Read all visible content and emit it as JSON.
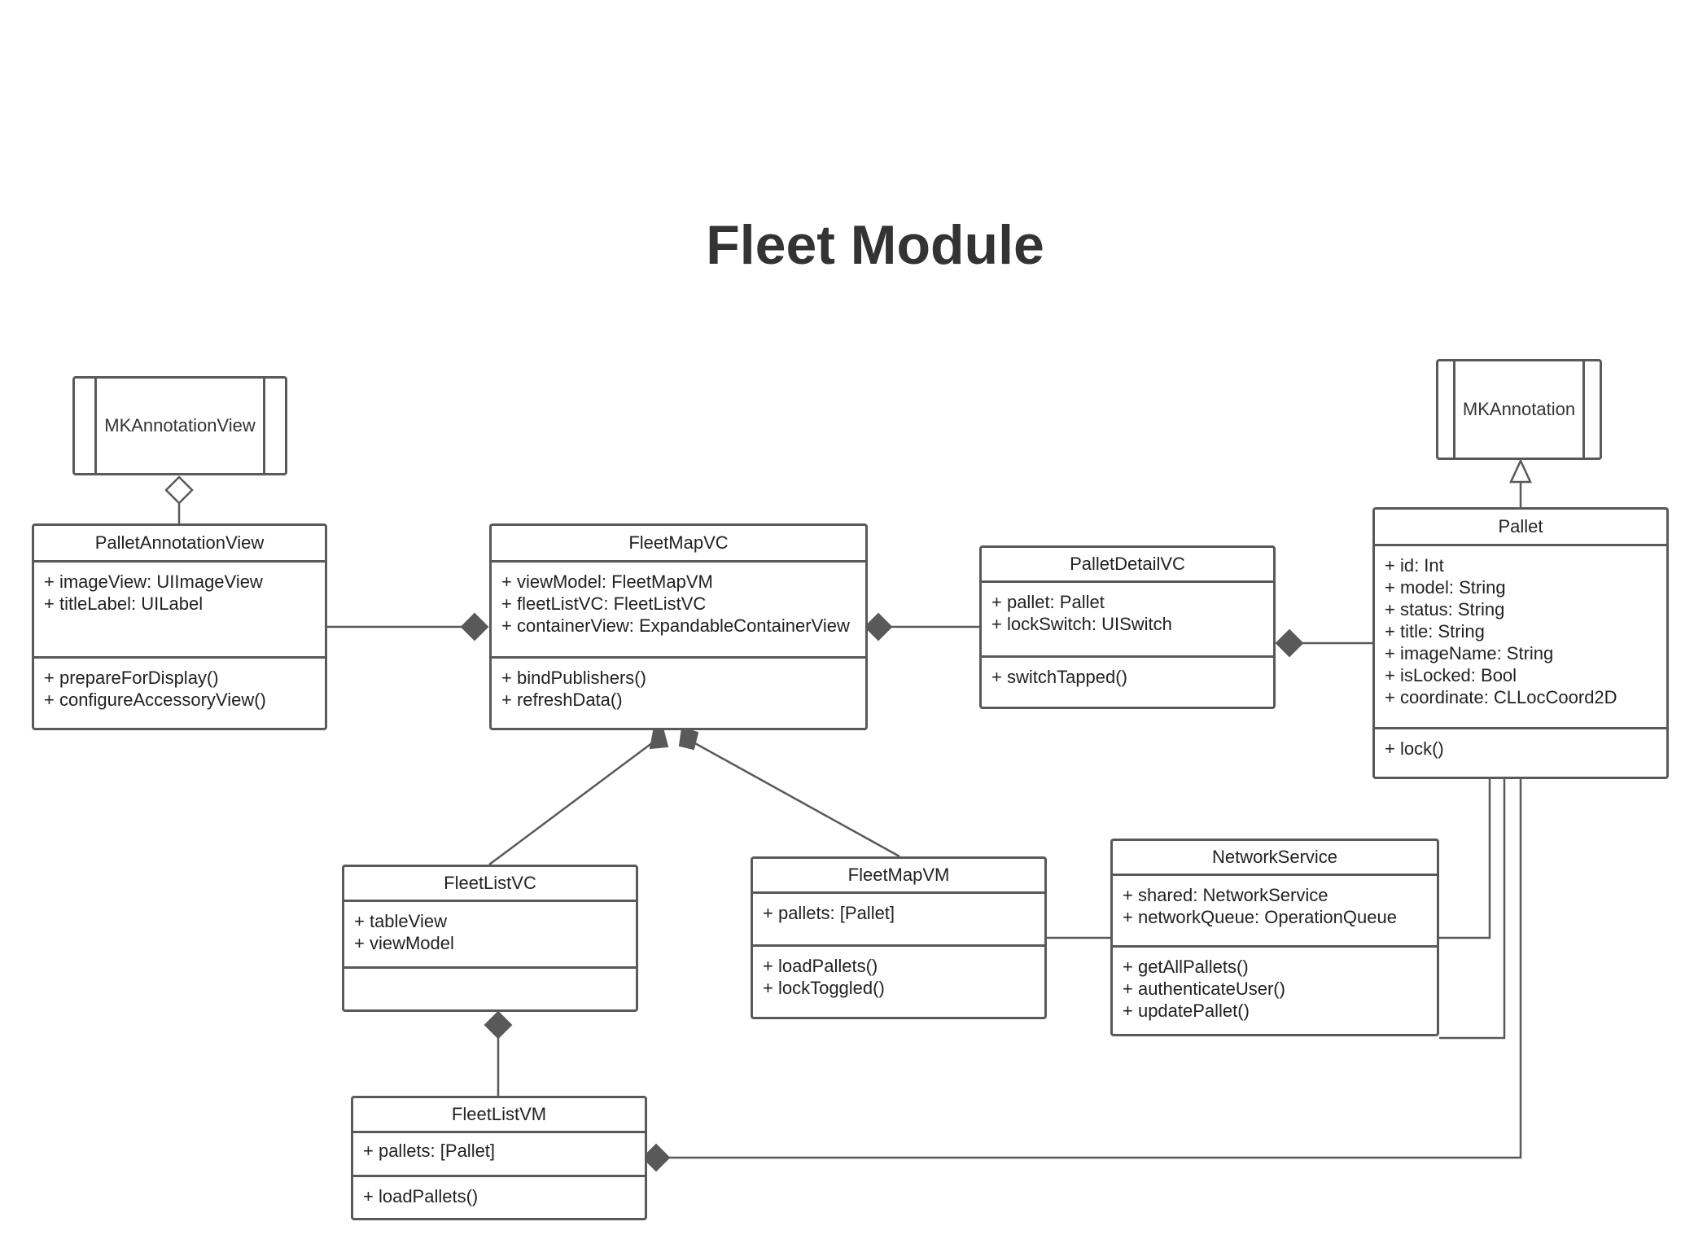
{
  "title": "Fleet Module",
  "colors": {
    "line": "#595959",
    "text": "#333333",
    "background": "#ffffff"
  },
  "externals": {
    "mkannotationview": "MKAnnotationView",
    "mkannotation": "MKAnnotation"
  },
  "classes": {
    "palletannotationview": {
      "name": "PalletAnnotationView",
      "attributes": [
        "+ imageView: UIImageView",
        "+ titleLabel: UILabel"
      ],
      "methods": [
        "+ prepareForDisplay()",
        "+ configureAccessoryView()"
      ]
    },
    "fleetmapvc": {
      "name": "FleetMapVC",
      "attributes": [
        "+ viewModel: FleetMapVM",
        "+ fleetListVC: FleetListVC",
        "+ containerView: ExpandableContainerView"
      ],
      "methods": [
        "+ bindPublishers()",
        "+ refreshData()"
      ]
    },
    "palletdetailvc": {
      "name": "PalletDetailVC",
      "attributes": [
        "+ pallet: Pallet",
        "+ lockSwitch: UISwitch"
      ],
      "methods": [
        "+ switchTapped()"
      ]
    },
    "pallet": {
      "name": "Pallet",
      "attributes": [
        "+ id: Int",
        "+ model: String",
        "+ status: String",
        "+ title: String",
        "+ imageName: String",
        "+ isLocked: Bool",
        "+ coordinate: CLLocCoord2D"
      ],
      "methods": [
        "+ lock()"
      ]
    },
    "fleetlistvc": {
      "name": "FleetListVC",
      "attributes": [
        "+ tableView",
        "+ viewModel"
      ],
      "methods": []
    },
    "fleetmapvm": {
      "name": "FleetMapVM",
      "attributes": [
        "+ pallets: [Pallet]"
      ],
      "methods": [
        "+ loadPallets()",
        "+ lockToggled()"
      ]
    },
    "networkservice": {
      "name": "NetworkService",
      "attributes": [
        "+ shared: NetworkService",
        "+ networkQueue: OperationQueue"
      ],
      "methods": [
        "+ getAllPallets()",
        "+ authenticateUser()",
        "+ updatePallet()"
      ]
    },
    "fleetlistvm": {
      "name": "FleetListVM",
      "attributes": [
        "+ pallets: [Pallet]"
      ],
      "methods": [
        "+ loadPallets()"
      ]
    }
  }
}
